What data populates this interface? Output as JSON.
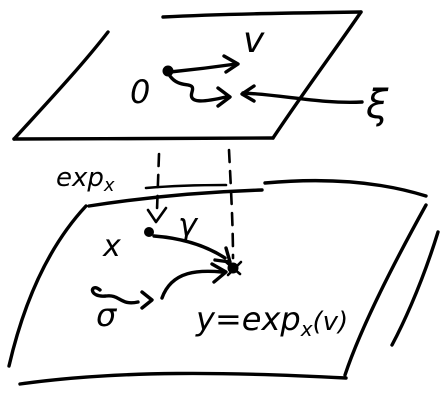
{
  "labels": {
    "tangent_origin": "0",
    "tangent_vector": "v",
    "tangent_xi": "ξ",
    "exp_map": "exp",
    "exp_map_sub": "x",
    "point_x": "x",
    "geodesic": "γ",
    "curve_sigma": "σ",
    "result_lhs": "y",
    "result_eq": "=",
    "result_exp": "exp",
    "result_exp_sub": "x",
    "result_arg": "(v)"
  }
}
